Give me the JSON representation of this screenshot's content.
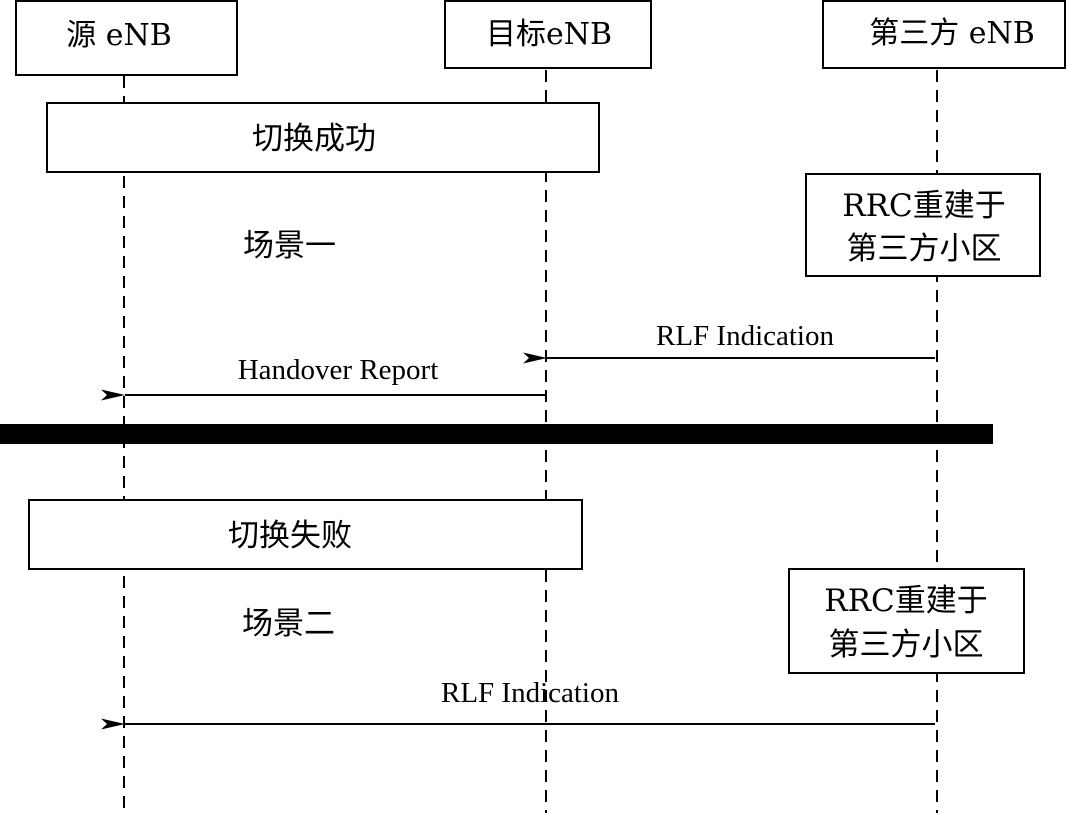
{
  "participants": [
    {
      "id": "source",
      "label": "源 eNB"
    },
    {
      "id": "target",
      "label": "目标eNB"
    },
    {
      "id": "third",
      "label": "第三方 eNB"
    }
  ],
  "scenario1": {
    "event_box": "切换成功",
    "scenario_label": "场景一",
    "rrc_box": [
      "RRC重建于",
      "第三方小区"
    ],
    "messages": [
      {
        "from": "third",
        "to": "target",
        "label": "RLF Indication"
      },
      {
        "from": "target",
        "to": "source",
        "label": "Handover Report"
      }
    ]
  },
  "scenario2": {
    "event_box": "切换失败",
    "scenario_label": "场景二",
    "rrc_box": [
      "RRC重建于",
      "第三方小区"
    ],
    "messages": [
      {
        "from": "third",
        "to": "source",
        "label": "RLF Indication"
      }
    ]
  }
}
